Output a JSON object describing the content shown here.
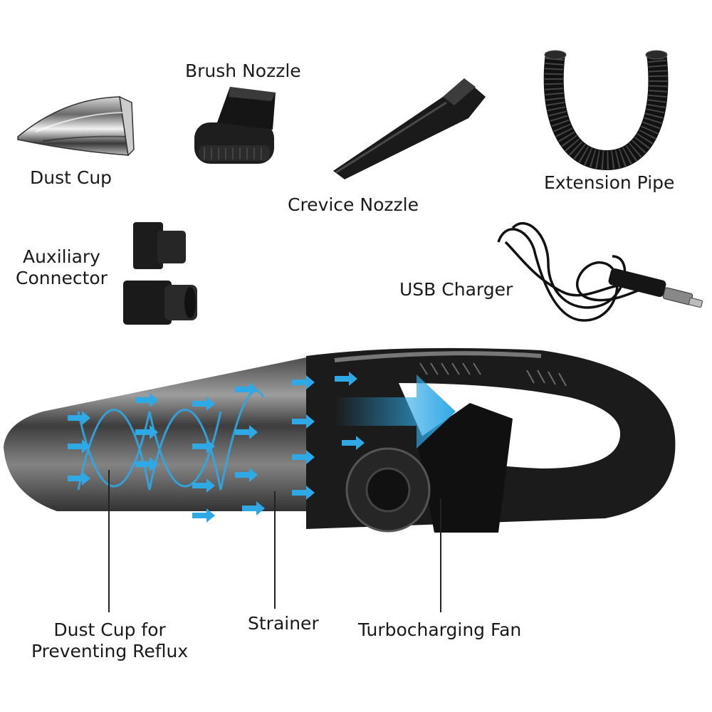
{
  "accessories": {
    "dust_cup": "Dust Cup",
    "brush_nozzle": "Brush Nozzle",
    "crevice_nozzle": "Crevice Nozzle",
    "extension_pipe": "Extension Pipe",
    "auxiliary_connector_line1": "Auxiliary",
    "auxiliary_connector_line2": "Connector",
    "usb_charger": "USB Charger"
  },
  "callouts": {
    "dust_cup_reflux_line1": "Dust Cup for",
    "dust_cup_reflux_line2": "Preventing Reflux",
    "strainer": "Strainer",
    "turbo_fan": "Turbocharging Fan"
  },
  "colors": {
    "airflow_arrow": "#2fa8e6",
    "body_dark": "#1c1c1c"
  }
}
